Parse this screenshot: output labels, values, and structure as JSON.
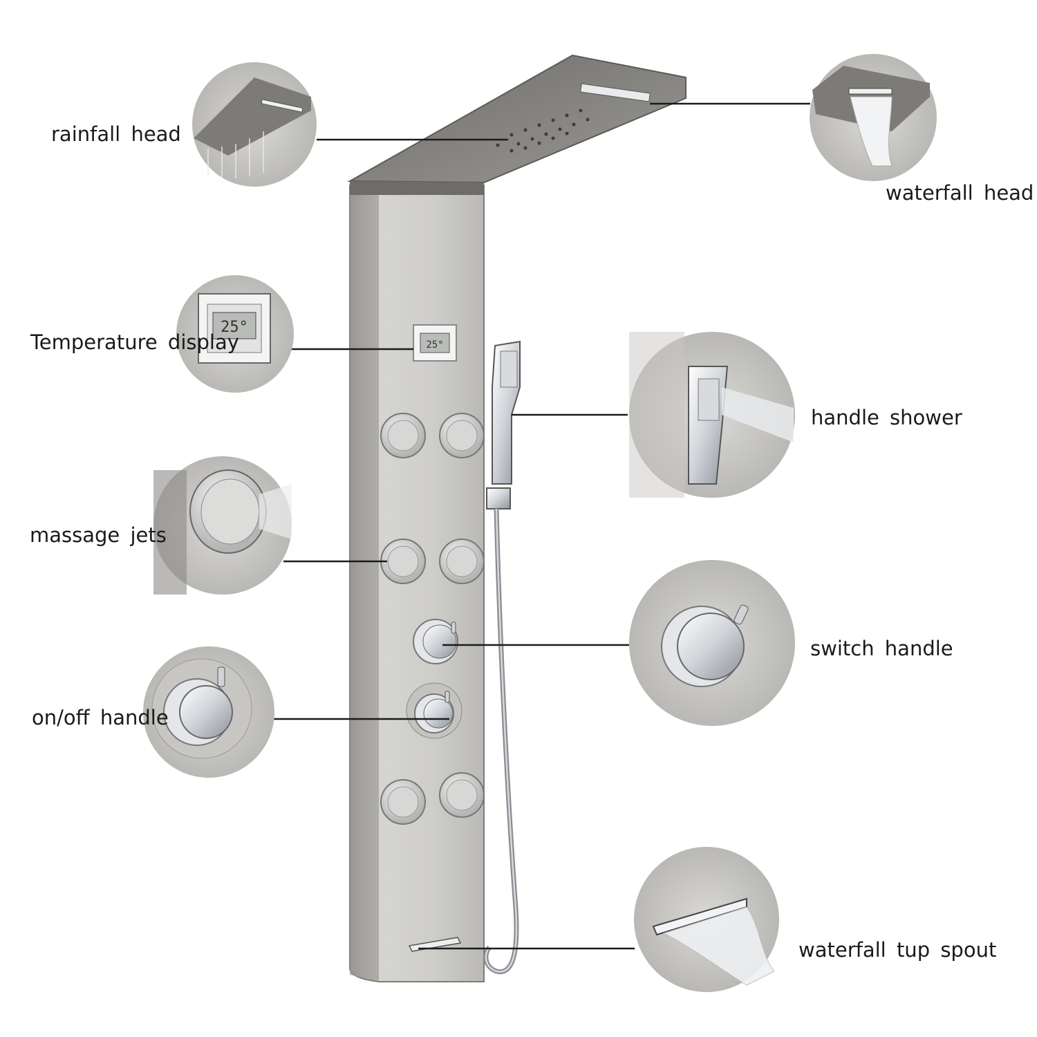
{
  "labels": {
    "rainfall_head": "rainfall head",
    "waterfall_head": "waterfall head",
    "temperature_display": "Temperature display",
    "handle_shower": "handle shower",
    "massage_jets": "massage jets",
    "switch_handle": "switch handle",
    "on_off_handle": "on/off handle",
    "waterfall_tub_spout": "waterfall tup spout"
  },
  "display_reading": "25°",
  "colors": {
    "panel": "#c9c8c4",
    "panel_dark": "#8a8986",
    "top_head": "#85837f",
    "chrome": "#eef0f3",
    "leader_line": "#1a1a1a"
  }
}
